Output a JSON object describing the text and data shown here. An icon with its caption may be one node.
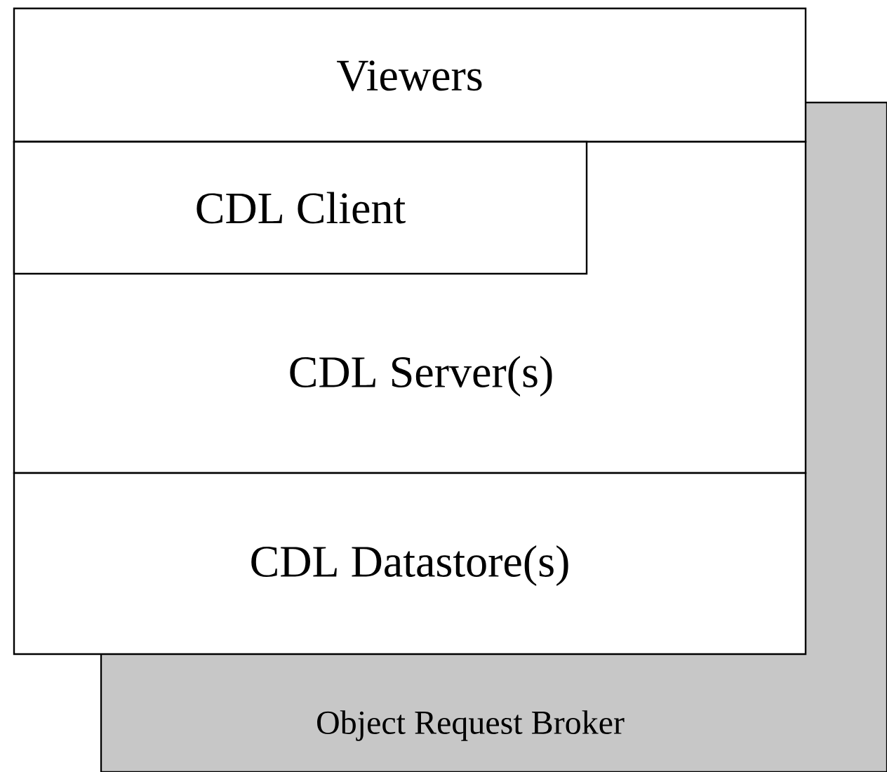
{
  "diagram": {
    "nodes": [
      {
        "text": [
          "Viewers"
        ]
      },
      {
        "text": [
          "CDL Server(s)"
        ]
      },
      {
        "text": [
          "CDL Client"
        ],
        "in": 1
      },
      {
        "text": [
          "CDL Datastore(s)"
        ]
      },
      {
        "text": [
          "Object Request Broker"
        ]
      }
    ]
  }
}
